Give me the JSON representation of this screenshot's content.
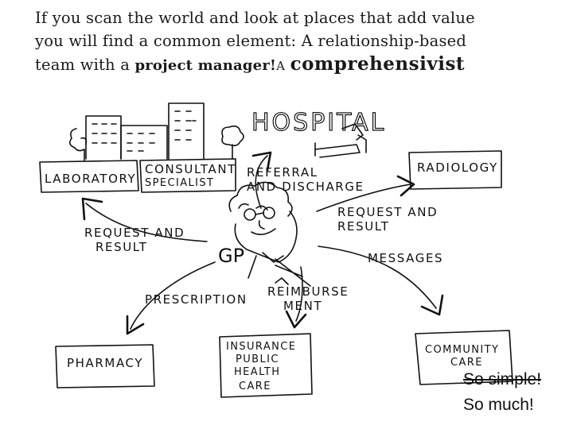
{
  "intro": {
    "line1": "If you scan the world and look at places that add value",
    "line2": "you will find a common element: A relationship-based",
    "line3_start": "team with a ",
    "project_manager": "project manager!",
    "a": "A",
    "comprehensivist": "comprehensivist"
  },
  "diagram": {
    "hospital": "HOSPITAL",
    "laboratory": "LABORATORY",
    "consultant_1": "CONSULTANT",
    "consultant_2": "SPECIALIST",
    "referral_1": "REFERRAL",
    "referral_2": "AND DISCHARGE",
    "radiology": "RADIOLOGY",
    "req_left_1": "REQUEST AND",
    "req_left_2": "RESULT",
    "req_right_1": "REQUEST AND",
    "req_right_2": "RESULT",
    "gp": "GP",
    "messages": "MESSAGES",
    "prescription": "PRESCRIPTION",
    "reimburse_1": "REIMBURSE",
    "reimburse_2": "MENT",
    "pharmacy": "PHARMACY",
    "insurance_1": "INSURANCE",
    "insurance_2": "PUBLIC",
    "insurance_3": "HEALTH",
    "insurance_4": "CARE",
    "community_1": "COMMUNITY",
    "community_2": "CARE"
  },
  "footer": {
    "so_simple": "So simple!",
    "so_much": "So much!"
  }
}
